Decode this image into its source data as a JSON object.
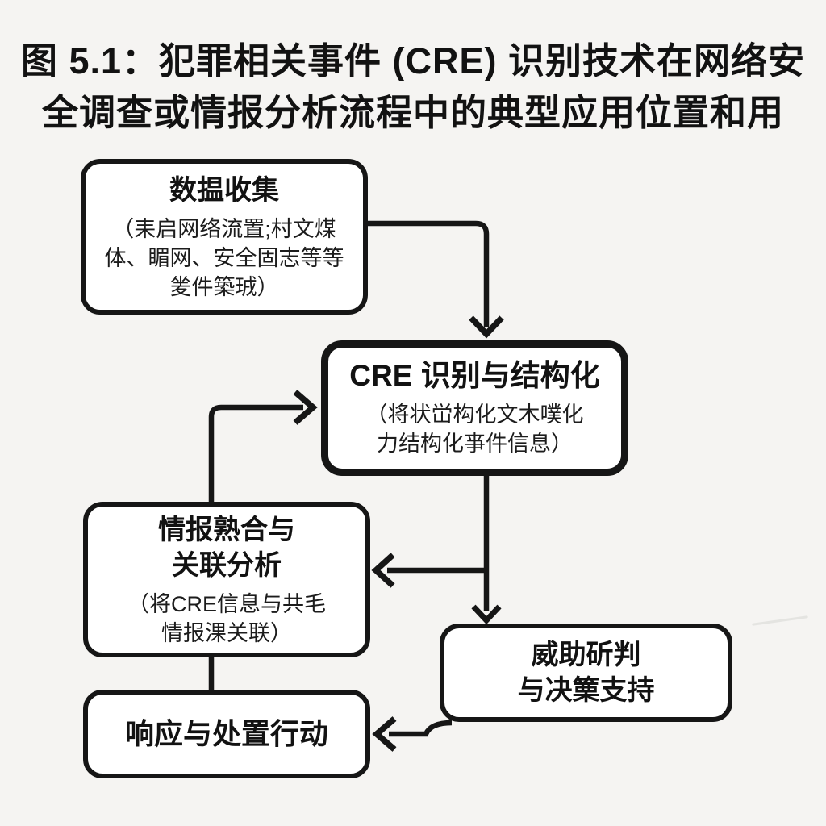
{
  "title": {
    "line1": "图 5.1：犯罪相关事件 (CRE) 识别技术在网络安",
    "line2": "全调查或情报分析流程中的典型应用位置和用"
  },
  "colors": {
    "background": "#f5f4f2",
    "box_fill": "#ffffff",
    "line": "#161616",
    "text": "#121212"
  },
  "boxes": {
    "data_collection": {
      "title": "数揾收集",
      "sub_line1": "（耒启网络流置;村文煤",
      "sub_line2": "体、睸网、安全固志等等",
      "sub_line3": "夎件築珬）"
    },
    "cre_identification": {
      "title": "CRE 识别与结构化",
      "sub_line1": "（将状峃构化文木噗化",
      "sub_line2": "力结构化亊件信息）"
    },
    "intel_fusion": {
      "title_line1": "情报熟合与",
      "title_line2": "关联分析",
      "sub_line1": "（将CRE信息与共毛",
      "sub_line2": "情报淉关联）"
    },
    "threat_assessment": {
      "title_line1": "威助斫判",
      "title_line2": "与决篥支持"
    },
    "response_action": {
      "title": "响应与处置行动"
    }
  }
}
